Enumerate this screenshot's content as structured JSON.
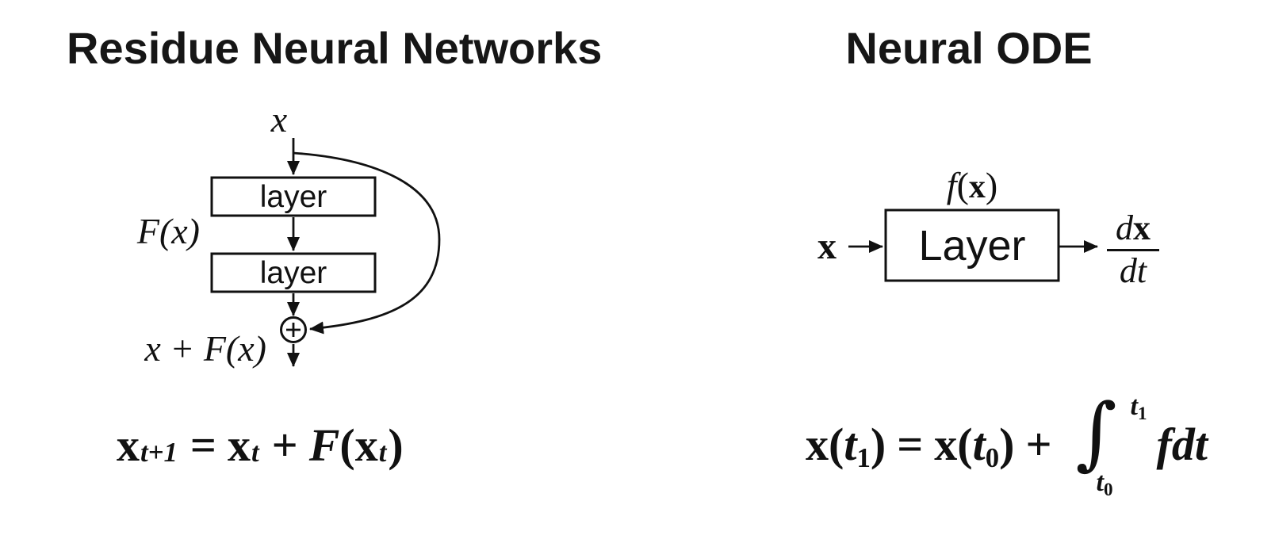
{
  "colors": {
    "ink": "#111111",
    "background": "#ffffff"
  },
  "left": {
    "title": "Residue Neural Networks",
    "diagram": {
      "input": "x",
      "layer1": "layer",
      "layer2": "layer",
      "residual_label": "F(x)",
      "sum_symbol": "+",
      "output_label": "x + F(x)"
    },
    "equation": {
      "lhs_x": "x",
      "lhs_sub": "t+1",
      "equals": "=",
      "rhs_x": "x",
      "rhs_sub": "t",
      "plus": "+",
      "func": "F",
      "lparen": "(",
      "arg_x": "x",
      "arg_sub": "t",
      "rparen": ")"
    }
  },
  "right": {
    "title": "Neural ODE",
    "diagram": {
      "func_f": "f",
      "func_lparen": "(",
      "func_x": "x",
      "func_rparen": ")",
      "input": "x",
      "box_label": "Layer",
      "deriv_d": "d",
      "deriv_x": "x",
      "deriv_dt": "dt"
    },
    "equation": {
      "lhs_x": "x",
      "lhs_lparen": "(",
      "lhs_t": "t",
      "lhs_sub": "1",
      "lhs_rparen": ")",
      "equals": "=",
      "rhs_x": "x",
      "rhs_lparen": "(",
      "rhs_t": "t",
      "rhs_sub": "0",
      "rhs_rparen": ")",
      "plus": "+",
      "integral": "∫",
      "upper_t": "t",
      "upper_sub": "1",
      "lower_t": "t",
      "lower_sub": "0",
      "integrand_f": "f",
      "integrand_dt": "dt"
    }
  }
}
